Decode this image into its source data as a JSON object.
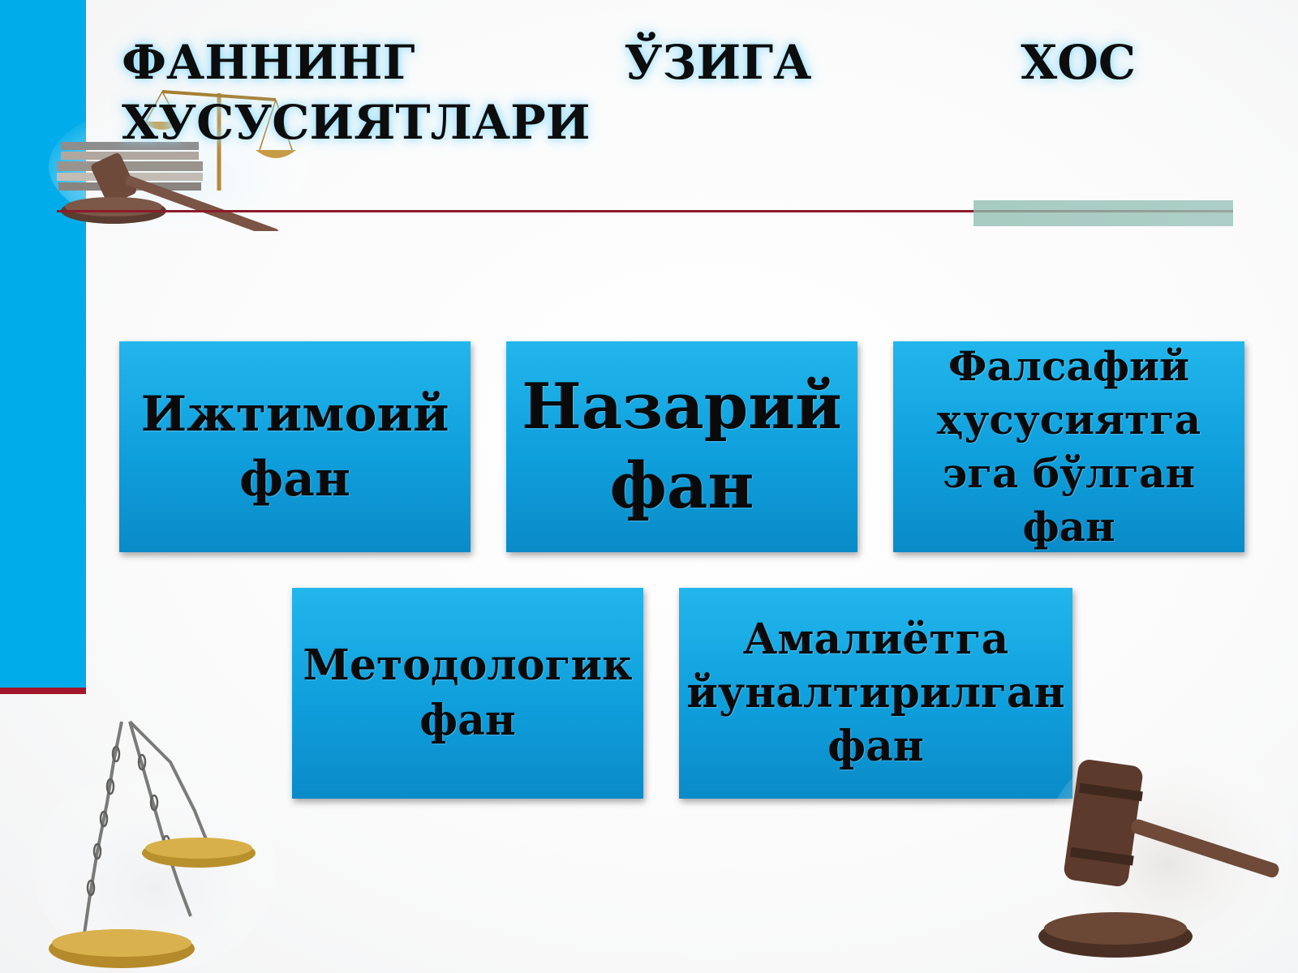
{
  "slide": {
    "title": "ФАННИНГ ЎЗИГА ХОС ХУСУСИЯТЛАРИ",
    "cards": [
      {
        "label": "Ижтимоий фан"
      },
      {
        "label": "Назарий фан"
      },
      {
        "label": "Фалсафий ҳусусиятга эга бўлган фан"
      },
      {
        "label": "Методологик фан"
      },
      {
        "label": "Амалиётга йуналтирилган фан"
      }
    ]
  },
  "colors": {
    "side_bar": "#00acea",
    "accent_line": "#8c1b2b",
    "card_fill": "#1aa8e3",
    "title_glow": "#8ddcff",
    "teal_accent": "#8ebcb0"
  },
  "icons": {
    "top_left": "gavel-and-scales-icon",
    "bottom_left": "scales-of-justice-icon",
    "bottom_right": "gavel-icon"
  }
}
